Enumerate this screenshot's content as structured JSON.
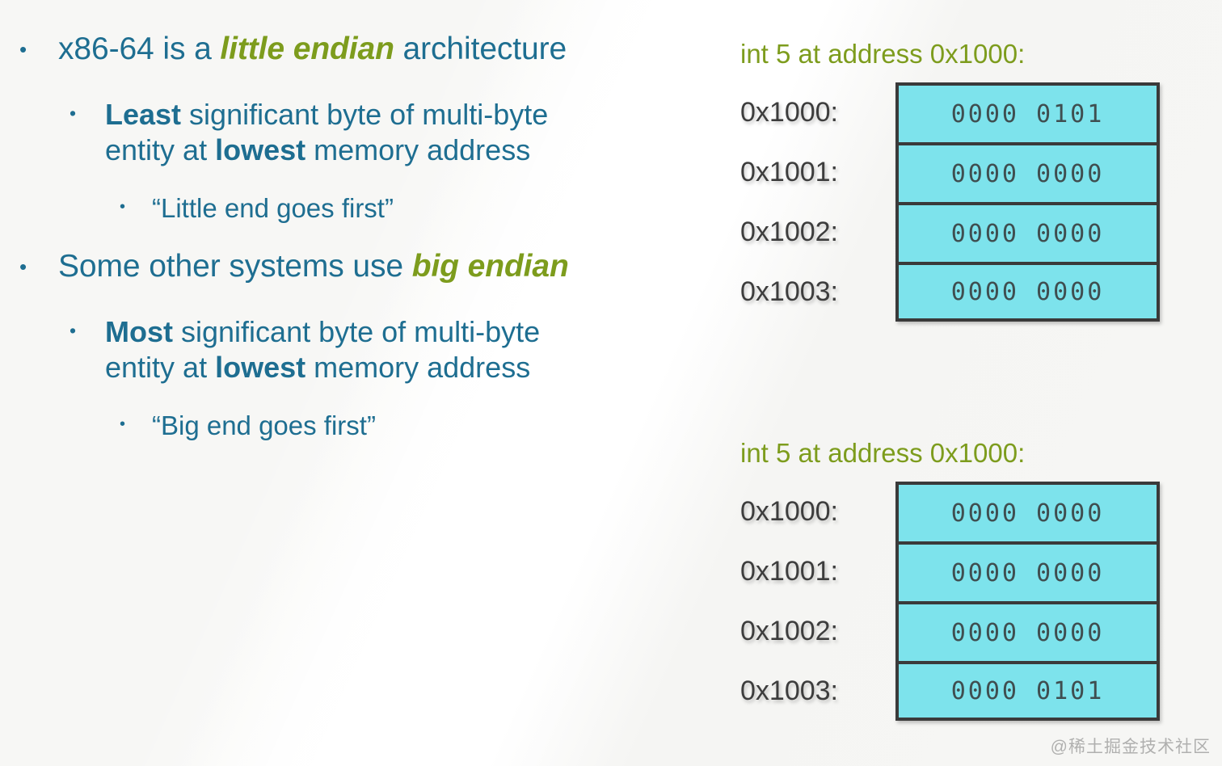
{
  "slide": {
    "background_color": "#f6f6f4",
    "accent_blue": "#1e6e91",
    "accent_green": "#7d9c1d",
    "cell_fill": "#7de3ec",
    "cell_border": "#3a3a3a",
    "watermark": "@稀土掘金技术社区"
  },
  "bullets": {
    "b1": {
      "marker": "•",
      "pre": "x86-64 is a ",
      "em": "little endian",
      "post": " architecture"
    },
    "b1s1": {
      "marker": "•",
      "strong1": "Least",
      "mid": " significant byte of multi-byte entity at ",
      "strong2": "lowest",
      "post": " memory address"
    },
    "b1s1s1": {
      "marker": "•",
      "text": "“Little end goes first”"
    },
    "b2": {
      "marker": "•",
      "pre": "Some other systems use ",
      "em": "big endian",
      "post": ""
    },
    "b2s1": {
      "marker": "•",
      "strong1": "Most",
      "mid": " significant byte of multi-byte entity at ",
      "strong2": "lowest",
      "post": " memory address"
    },
    "b2s1s1": {
      "marker": "•",
      "text": "“Big end goes first”"
    }
  },
  "memory": {
    "little": {
      "title": "int 5 at address 0x1000:",
      "rows": [
        {
          "address": "0x1000:",
          "bits": "0000 0101"
        },
        {
          "address": "0x1001:",
          "bits": "0000 0000"
        },
        {
          "address": "0x1002:",
          "bits": "0000 0000"
        },
        {
          "address": "0x1003:",
          "bits": "0000 0000"
        }
      ]
    },
    "big": {
      "title": "int 5 at address 0x1000:",
      "rows": [
        {
          "address": "0x1000:",
          "bits": "0000 0000"
        },
        {
          "address": "0x1001:",
          "bits": "0000 0000"
        },
        {
          "address": "0x1002:",
          "bits": "0000 0000"
        },
        {
          "address": "0x1003:",
          "bits": "0000 0101"
        }
      ]
    }
  }
}
